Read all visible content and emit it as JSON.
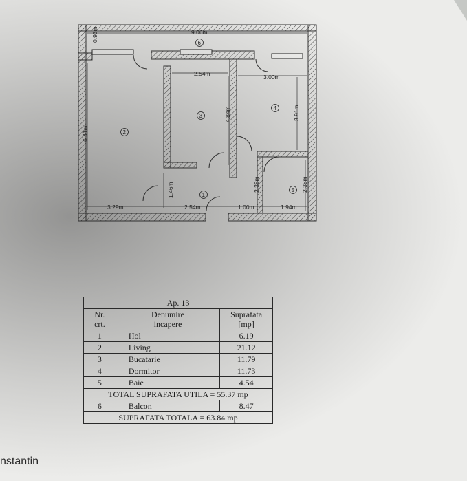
{
  "plan": {
    "dimensions": {
      "total_width": "9.06m",
      "balcony_depth": "0.93m",
      "living_height": "6.41m",
      "kitchen_width": "2.54m",
      "bedroom_width": "3.00m",
      "kitchen_height": "4.84m",
      "bedroom_height": "3.91m",
      "bath_height_left": "2.38m",
      "bath_height_right": "2.38m",
      "hall_height": "1.46m",
      "living_width": "3.29m",
      "hall_width": "2.54m",
      "corridor_width": "1.00m",
      "bath_width": "1.94m"
    },
    "room_numbers": {
      "balcony": "6",
      "living": "2",
      "kitchen": "3",
      "bedroom": "4",
      "hall": "1",
      "bath": "5"
    }
  },
  "table": {
    "title": "Ap. 13",
    "headers": {
      "nr_line1": "Nr.",
      "nr_line2": "crt.",
      "name_line1": "Denumire",
      "name_line2": "incapere",
      "area_line1": "Suprafata",
      "area_line2": "[mp]"
    },
    "rows": [
      {
        "nr": "1",
        "name": "Hol",
        "area": "6.19"
      },
      {
        "nr": "2",
        "name": "Living",
        "area": "21.12"
      },
      {
        "nr": "3",
        "name": "Bucatarie",
        "area": "11.79"
      },
      {
        "nr": "4",
        "name": "Dormitor",
        "area": "11.73"
      },
      {
        "nr": "5",
        "name": "Baie",
        "area": "4.54"
      }
    ],
    "total_useful": "TOTAL SUPRAFATA UTILA = 55.37 mp",
    "balcony_row": {
      "nr": "6",
      "name": "Balcon",
      "area": "8.47"
    },
    "total": "SUPRAFATA TOTALA = 63.84 mp"
  },
  "footer": {
    "author_fragment": "nstantin"
  }
}
